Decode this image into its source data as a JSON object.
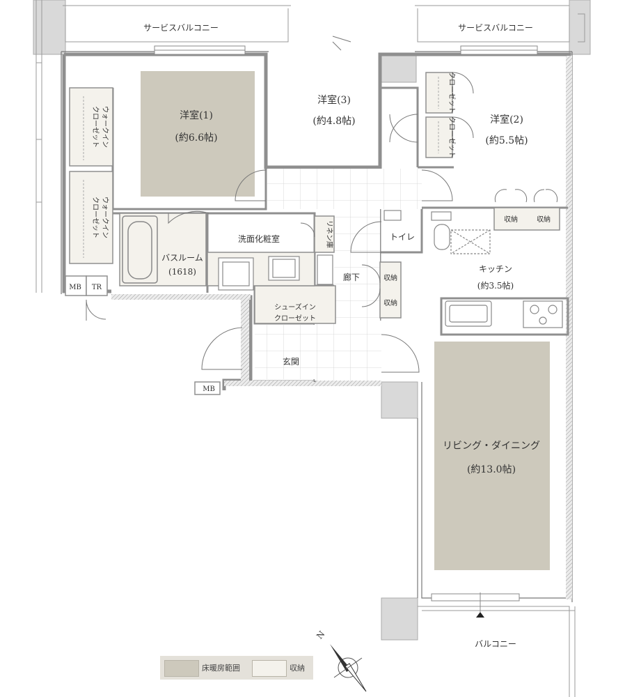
{
  "rooms": {
    "service_balcony_left": "サービスバルコニー",
    "service_balcony_right": "サービスバルコニー",
    "western1_name": "洋室(1)",
    "western1_size": "(約6.6帖)",
    "western3_name": "洋室(3)",
    "western3_size": "(約4.8帖)",
    "western2_name": "洋室(2)",
    "western2_size": "(約5.5帖)",
    "walkin1": "ウォークイン\nクローゼット",
    "walkin2": "ウォークイン\nクローゼット",
    "closet1": "クローゼット",
    "closet2": "クローゼット",
    "linen": "リネン庫",
    "washroom": "洗面化粧室",
    "bathroom_name": "バスルーム",
    "bathroom_size": "(1618)",
    "toilet": "トイレ",
    "storage_top1": "収納",
    "storage_top2": "収納",
    "storage_hall1": "収納",
    "storage_hall2": "収納",
    "kitchen_name": "キッチン",
    "kitchen_size": "(約3.5帖)",
    "hallway": "廊下",
    "shoes_line1": "シューズイン",
    "shoes_line2": "クローゼット",
    "entrance": "玄関",
    "mb1": "MB",
    "tr": "TR",
    "mb2": "MB",
    "living_name": "リビング・ダイニング",
    "living_size": "(約13.0帖)",
    "balcony": "バルコニー"
  },
  "legend": {
    "heating": "床暖房範囲",
    "storage": "収納"
  },
  "compass": {
    "north": "N"
  },
  "colors": {
    "heated_floor": "#cdc9bc",
    "storage_fill": "#f4f2ec",
    "wall": "#8f8f8f",
    "hatched": "#d8d8d8"
  }
}
